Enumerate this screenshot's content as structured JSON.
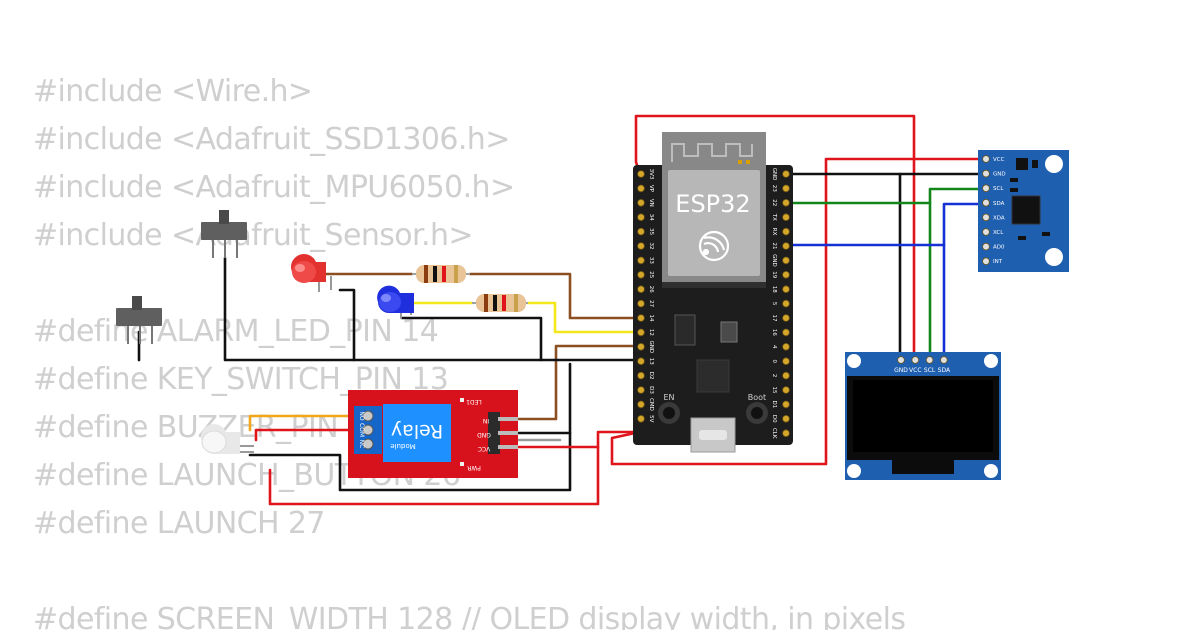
{
  "code_lines": [
    "#include <Wire.h>",
    "#include <Adafruit_SSD1306.h>",
    "#include <Adafruit_MPU6050.h>",
    "#include <Adafruit_Sensor.h>",
    "",
    "#define ALARM_LED_PIN 14",
    "#define KEY_SWITCH_PIN 13",
    "#define BUZZER_PIN 12",
    "#define LAUNCH_BUTTON 26",
    "#define LAUNCH 27",
    "",
    "#define SCREEN_WIDTH 128 // OLED display width, in pixels"
  ],
  "esp32": {
    "label": "ESP32",
    "en_label": "EN",
    "boot_label": "Boot",
    "left_pins": [
      "3V3",
      "VP",
      "VN",
      "34",
      "35",
      "32",
      "33",
      "25",
      "26",
      "27",
      "14",
      "12",
      "GND",
      "13",
      "D2",
      "D3",
      "CMD",
      "5V"
    ],
    "right_pins": [
      "GND",
      "23",
      "22",
      "TX",
      "RX",
      "21",
      "GND",
      "19",
      "18",
      "5",
      "17",
      "16",
      "4",
      "0",
      "2",
      "15",
      "D1",
      "D0",
      "CLK"
    ]
  },
  "relay": {
    "title": "Relay",
    "subtitle": "Module",
    "left_pins": [
      "NO",
      "COM",
      "NC"
    ],
    "right_pins": [
      "IN",
      "GND",
      "VCC"
    ],
    "led_label": "LED1",
    "pwr_label": "PWR"
  },
  "oled": {
    "pins": [
      "GND",
      "VCC",
      "SCL",
      "SDA"
    ]
  },
  "mpu6050": {
    "pins": [
      "VCC",
      "GND",
      "SCL",
      "SDA",
      "XDA",
      "XCL",
      "AD0",
      "INT"
    ]
  },
  "colors": {
    "wire_red": "#e0141b",
    "wire_black": "#111111",
    "wire_green": "#13861b",
    "wire_blue": "#1531d6",
    "wire_yellow": "#f4e81a",
    "wire_brown": "#8b4f22",
    "wire_orange": "#f2a61c",
    "wire_gray": "#9a9a9a",
    "esp32_board": "#1d1d1d",
    "relay_board": "#d8121c",
    "relay_block": "#1e90ff",
    "blue_pcb": "#1f5fb0",
    "code_text": "#cfcfcf"
  }
}
